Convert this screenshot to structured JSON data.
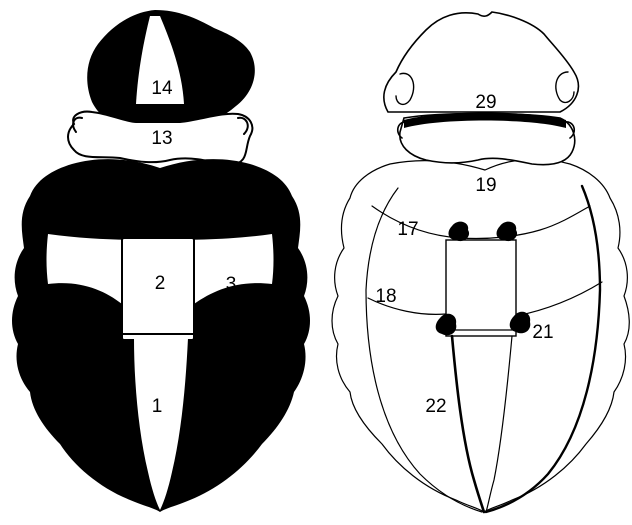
{
  "left_diagram": {
    "labels": {
      "l14": "14",
      "l13": "13",
      "l2": "2",
      "l3": "3",
      "l1": "1"
    }
  },
  "right_diagram": {
    "labels": {
      "l29": "29",
      "l19": "19",
      "l17": "17",
      "l18": "18",
      "l21": "21",
      "l22": "22"
    }
  },
  "colors": {
    "ink": "#000000",
    "paper": "#ffffff"
  }
}
